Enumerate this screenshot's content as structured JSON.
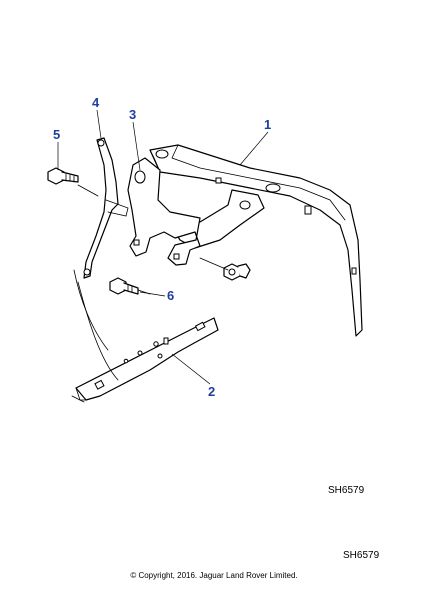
{
  "callouts": [
    {
      "id": "1",
      "label": "1"
    },
    {
      "id": "2",
      "label": "2"
    },
    {
      "id": "3",
      "label": "3"
    },
    {
      "id": "4",
      "label": "4"
    },
    {
      "id": "5",
      "label": "5"
    },
    {
      "id": "6",
      "label": "6"
    }
  ],
  "diagram_ref_inner": "SH6579",
  "diagram_ref_outer": "SH6579",
  "copyright": "© Copyright, 2016. Jaguar Land Rover Limited.",
  "colors": {
    "callout": "#1f3f9f",
    "line": "#000000",
    "background": "#ffffff"
  }
}
